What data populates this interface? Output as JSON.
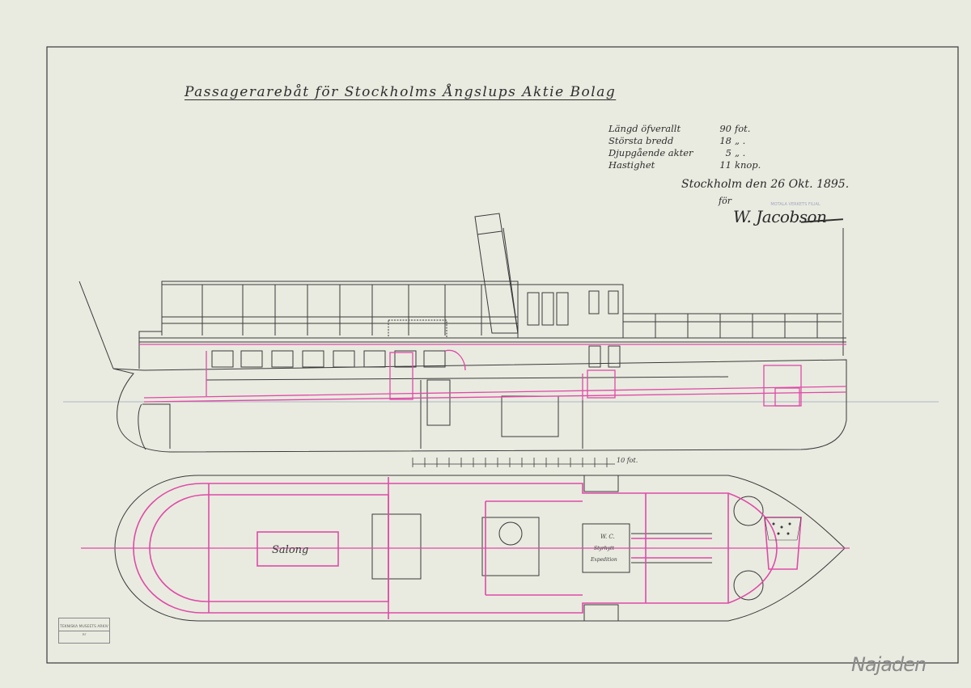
{
  "title": "Passagerarebåt för Stockholms Ångslups Aktie Bolag",
  "specs": [
    {
      "label": "Längd öfverallt",
      "value": "90",
      "unit": "fot."
    },
    {
      "label": "Största bredd",
      "value": "18",
      "unit": "„ ."
    },
    {
      "label": "Djupgående akter",
      "value": "5",
      "unit": "„ ."
    },
    {
      "label": "Hastighet",
      "value": "11",
      "unit": "knop."
    }
  ],
  "place_date": "Stockholm den 26 Okt. 1895.",
  "for_label": "för",
  "signature": "W. Jacobson",
  "stamp_text": "MOTALA VERKETS FILIAL",
  "scale_label": "10 fot.",
  "plan_labels": {
    "salon": "Salong",
    "wc": "W. C.",
    "stair": "Styrhytt",
    "expedition": "Expedition"
  },
  "archive_stamp": {
    "line1": "TEKNISKA MUSEETS ARKIV",
    "line2": "nr"
  },
  "ship_name": "Najaden",
  "colors": {
    "paper": "#e9ebe0",
    "ink": "#2d2d2d",
    "pink": "#e04aa8"
  }
}
